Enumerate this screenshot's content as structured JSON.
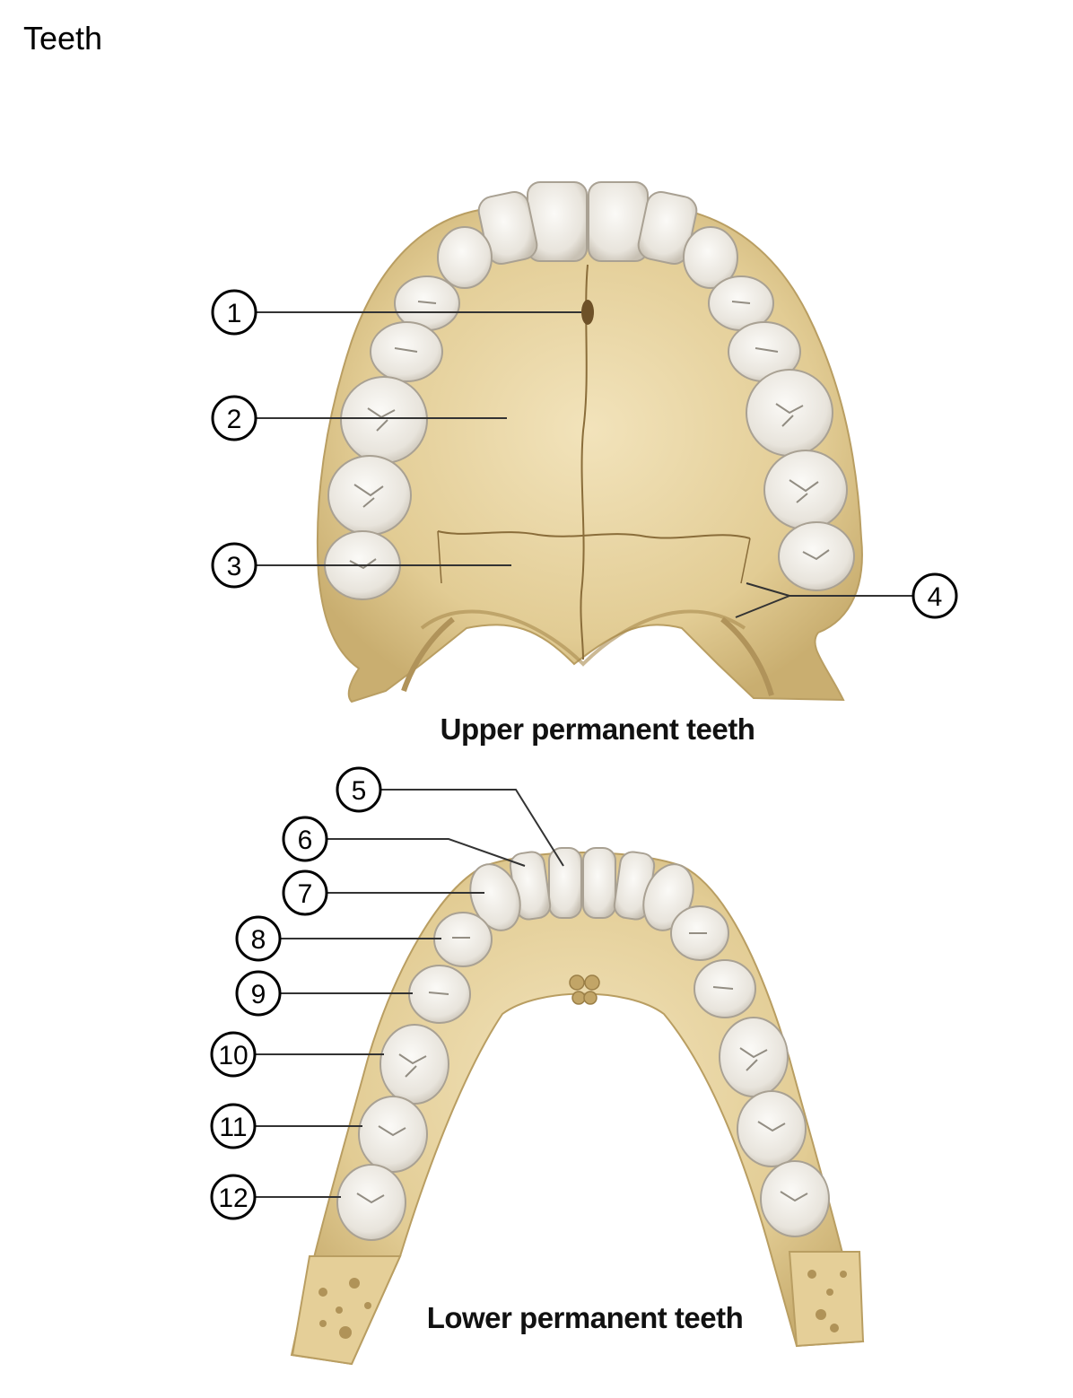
{
  "title": "Teeth",
  "upper": {
    "caption": "Upper permanent teeth"
  },
  "lower": {
    "caption": "Lower permanent teeth"
  },
  "callouts": [
    "1",
    "2",
    "3",
    "4",
    "5",
    "6",
    "7",
    "8",
    "9",
    "10",
    "11",
    "12"
  ],
  "colors": {
    "bone": "#e7d3a0",
    "bone_dark": "#c9ae70",
    "tooth": "#efece6",
    "tooth_edge": "#bdb6aa",
    "marrow": "#9a7a3e"
  }
}
